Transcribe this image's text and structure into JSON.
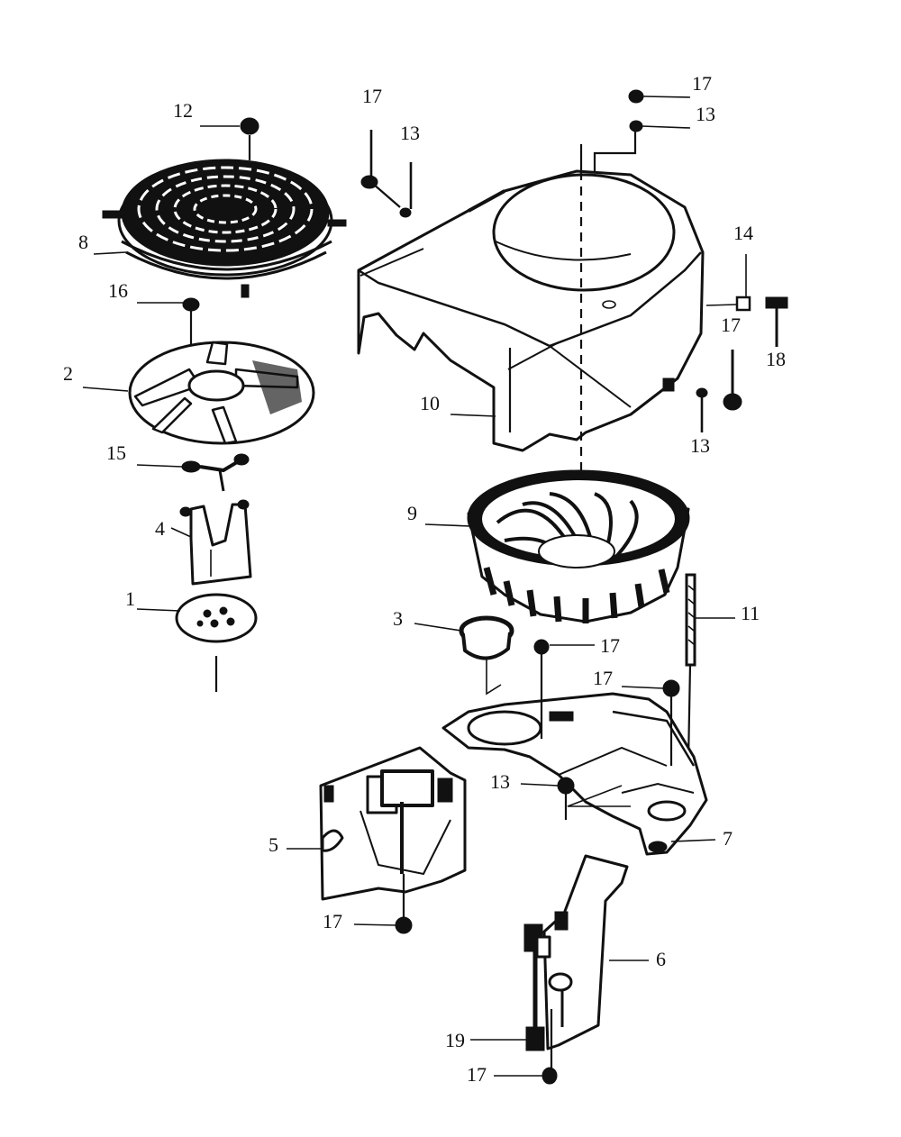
{
  "callouts": {
    "c1": "1",
    "c2": "2",
    "c3": "3",
    "c4": "4",
    "c5": "5",
    "c6": "6",
    "c7": "7",
    "c8": "8",
    "c9": "9",
    "c10": "10",
    "c11": "11",
    "c12": "12",
    "c13a": "13",
    "c13b": "13",
    "c13c": "13",
    "c13d": "13",
    "c14": "14",
    "c15": "15",
    "c16": "16",
    "c17a": "17",
    "c17b": "17",
    "c17c": "17",
    "c17d": "17",
    "c17e": "17",
    "c17f": "17",
    "c17g": "17",
    "c18": "18",
    "c19": "19"
  },
  "colors": {
    "ink": "#111111",
    "paper": "#ffffff"
  }
}
